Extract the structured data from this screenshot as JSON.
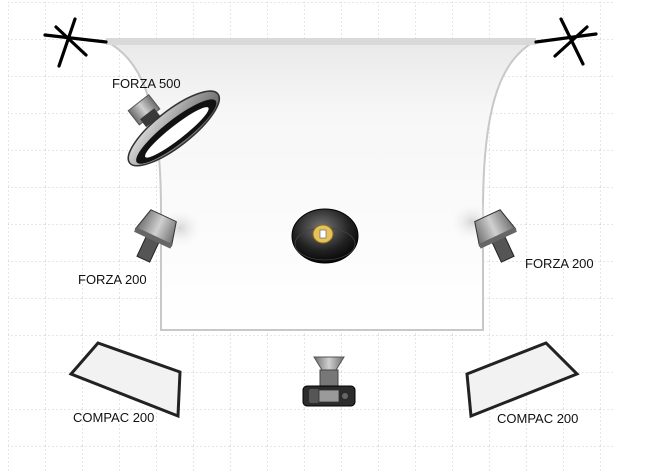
{
  "labels": {
    "key_light": "FORZA 500",
    "left_light": "FORZA 200",
    "right_light": "FORZA 200",
    "left_reflector": "COMPAC 200",
    "right_reflector": "COMPAC 200"
  },
  "colors": {
    "grid": "#bfbfbf",
    "stand": "#000000",
    "backdrop_bar": "#d9d9d9",
    "backdrop_edge": "#c8c8c8",
    "reflector_fill": "#f2f2f2"
  },
  "icons": {
    "stands": "tripod-stand-icon",
    "key_light": "beauty-dish-light-icon",
    "side_lights": "strobe-head-icon",
    "reflectors": "softbox-panel-icon",
    "subject": "turntable-subject-icon",
    "camera": "camera-icon"
  }
}
